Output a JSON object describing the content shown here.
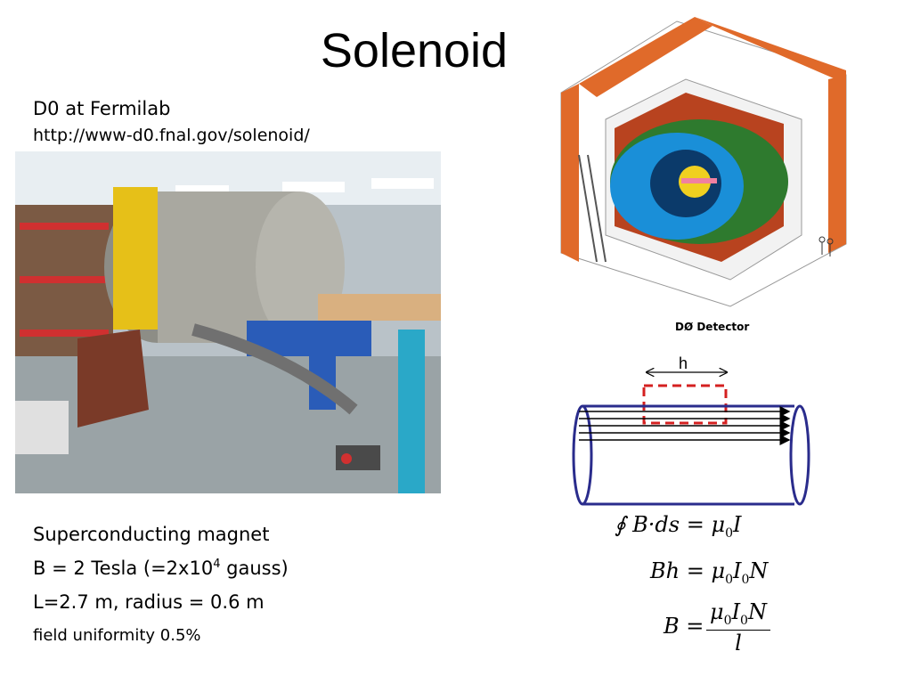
{
  "title": "Solenoid",
  "lab": "D0 at Fermilab",
  "url": "http://www-d0.fnal.gov/solenoid/",
  "bullets": {
    "b1": "Superconducting magnet",
    "b2_pre": "B = 2 Tesla (=2x10",
    "b2_sup": "4",
    "b2_post": " gauss)",
    "b3": "L=2.7 m,  radius  = 0.6 m",
    "b4": "field uniformity  0.5%"
  },
  "detector_label": "DØ Detector",
  "diagram_label": "h",
  "equations": {
    "e1_lhs": "∮ B·ds =",
    "e1_mu": "μ",
    "e1_sub": "0",
    "e1_rhs": "I",
    "e2_lhs": "Bh = μ",
    "e2_sub1": "0",
    "e2_mid": "I",
    "e2_sub2": "0",
    "e2_rhs": "N",
    "e3_lhs": "B =",
    "e3_num_mu": "μ",
    "e3_sub1": "0",
    "e3_num_i": "I",
    "e3_sub2": "0",
    "e3_num_n": "N",
    "e3_den": "l"
  },
  "colors": {
    "dashed_box": "#d42020",
    "solenoid": "#2a2c8c",
    "field_lines": "#000000",
    "detector_orange": "#e06a2a",
    "detector_blue": "#1a8fd8"
  }
}
